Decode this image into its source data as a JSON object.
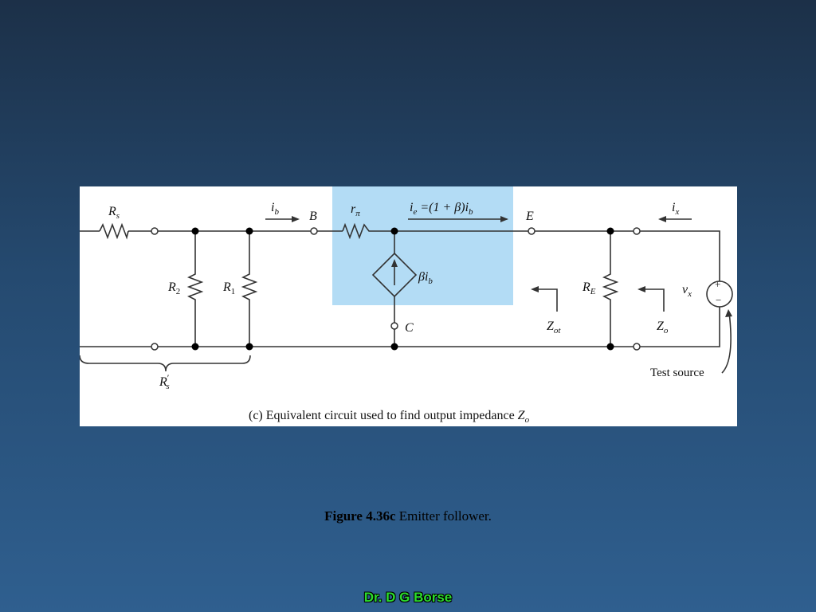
{
  "colors": {
    "background_top": "#1c3048",
    "background_bottom": "#2f5f8f",
    "panel": "#ffffff",
    "highlight": "#b3dcf5",
    "wire": "#333333",
    "author_text": "#2bdc2b"
  },
  "diagram": {
    "resistors": {
      "rs": "R",
      "rs_sub": "s",
      "r2": "R",
      "r2_sub": "2",
      "r1": "R",
      "r1_sub": "1",
      "rpi": "r",
      "rpi_sub": "π",
      "re": "R",
      "re_sub": "E"
    },
    "currents": {
      "ib": "i",
      "ib_sub": "b",
      "ie_lhs": "i",
      "ie_lhs_sub": "e",
      "ie_rhs": " =(1 + β)i",
      "ie_rhs_sub": "b",
      "ix": "i",
      "ix_sub": "x",
      "dependent_source": "βi",
      "dependent_source_sub": "b"
    },
    "nodes": {
      "base": "B",
      "emitter": "E",
      "collector": "C"
    },
    "impedances": {
      "zot": "Z",
      "zot_sub": "ot",
      "zo": "Z",
      "zo_sub": "o"
    },
    "source": {
      "vx": "v",
      "vx_sub": "x",
      "plus": "+",
      "minus": "−",
      "label": "Test source"
    },
    "rs_prime": "R",
    "rs_prime_sub": "s",
    "rs_prime_mark": "′",
    "subcaption": "(c) Equivalent circuit used to find output impedance ",
    "subcaption_z": "Z",
    "subcaption_z_sub": "o"
  },
  "caption": {
    "bold": "Figure 4.36c",
    "text": " Emitter follower."
  },
  "author": "Dr. D G Borse"
}
